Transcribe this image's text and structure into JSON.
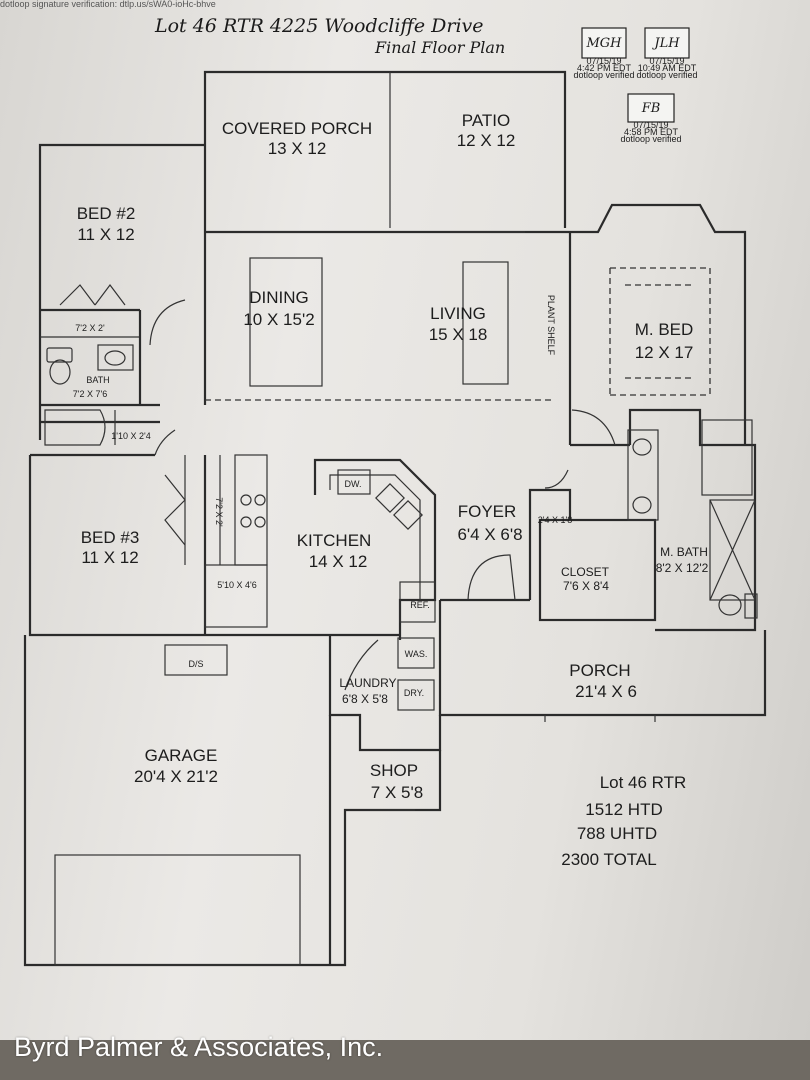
{
  "header": {
    "verification_text": "dotloop signature verification: dtlp.us/sWA0-ioHc-bhve",
    "handwritten_title": "Lot 46 RTR 4225 Woodcliffe Drive",
    "handwritten_subtitle": "Final Floor Plan"
  },
  "stamps": [
    {
      "initials": "MGH",
      "date": "07/15/19",
      "time": "4:42 PM EDT",
      "label": "dotloop verified"
    },
    {
      "initials": "JLH",
      "date": "07/15/19",
      "time": "10:49 AM EDT",
      "label": "dotloop verified"
    },
    {
      "initials": "FB",
      "date": "07/15/19",
      "time": "4:58 PM EDT",
      "label": "dotloop verified"
    }
  ],
  "rooms": {
    "covered_porch": {
      "name": "COVERED PORCH",
      "size": "13 X 12"
    },
    "patio": {
      "name": "PATIO",
      "size": "12 X 12"
    },
    "bed2": {
      "name": "BED #2",
      "size": "11 X 12"
    },
    "dining": {
      "name": "DINING",
      "size": "10 X 15'2"
    },
    "living": {
      "name": "LIVING",
      "size": "15 X 18"
    },
    "plant_shelf": {
      "name": "PLANT SHELF"
    },
    "master_bed": {
      "name": "M. BED",
      "size": "12 X 17"
    },
    "closet_a": {
      "size": "7'2 X 2'"
    },
    "bath": {
      "name": "BATH",
      "size": "7'2 X 7'6"
    },
    "closet_b": {
      "size": "1'10 X 2'4"
    },
    "closet_c": {
      "size": "7'2 X 2'"
    },
    "dw": {
      "name": "DW."
    },
    "foyer": {
      "name": "FOYER",
      "size": "6'4 X 6'8"
    },
    "closet_d": {
      "size": "2'4 X 1'8"
    },
    "bed3": {
      "name": "BED #3",
      "size": "11 X 12"
    },
    "kitchen": {
      "name": "KITCHEN",
      "size": "14 X 12"
    },
    "closet": {
      "name": "CLOSET",
      "size": "7'6 X 8'4"
    },
    "master_bath": {
      "name": "M. BATH",
      "size": "8'2 X 12'2"
    },
    "pantry": {
      "size": "5'10 X 4'6"
    },
    "ref": {
      "name": "REF."
    },
    "was": {
      "name": "WAS."
    },
    "dry": {
      "name": "DRY."
    },
    "ds": {
      "name": "D/S"
    },
    "laundry": {
      "name": "LAUNDRY",
      "size": "6'8 X 5'8"
    },
    "porch": {
      "name": "PORCH",
      "size": "21'4 X 6"
    },
    "garage": {
      "name": "GARAGE",
      "size": "20'4 X 21'2"
    },
    "shop": {
      "name": "SHOP",
      "size": "7 X 5'8"
    }
  },
  "summary": {
    "title": "Lot 46 RTR",
    "heated": "1512 HTD",
    "unheated": "788 UHTD",
    "total": "2300 TOTAL"
  },
  "watermark": "Byrd Palmer & Associates, Inc."
}
